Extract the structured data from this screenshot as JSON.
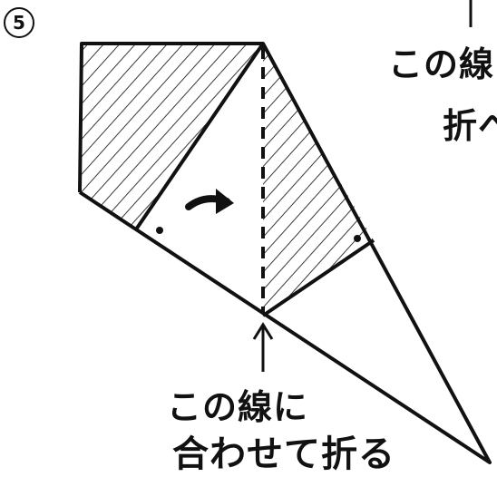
{
  "step": {
    "number": "5"
  },
  "notes": {
    "top_line1": "この線",
    "top_line2": "折へ",
    "bottom_line1": "この線に",
    "bottom_line2": "合わせて折る"
  },
  "colors": {
    "ink": "#111111",
    "background": "#ffffff"
  }
}
